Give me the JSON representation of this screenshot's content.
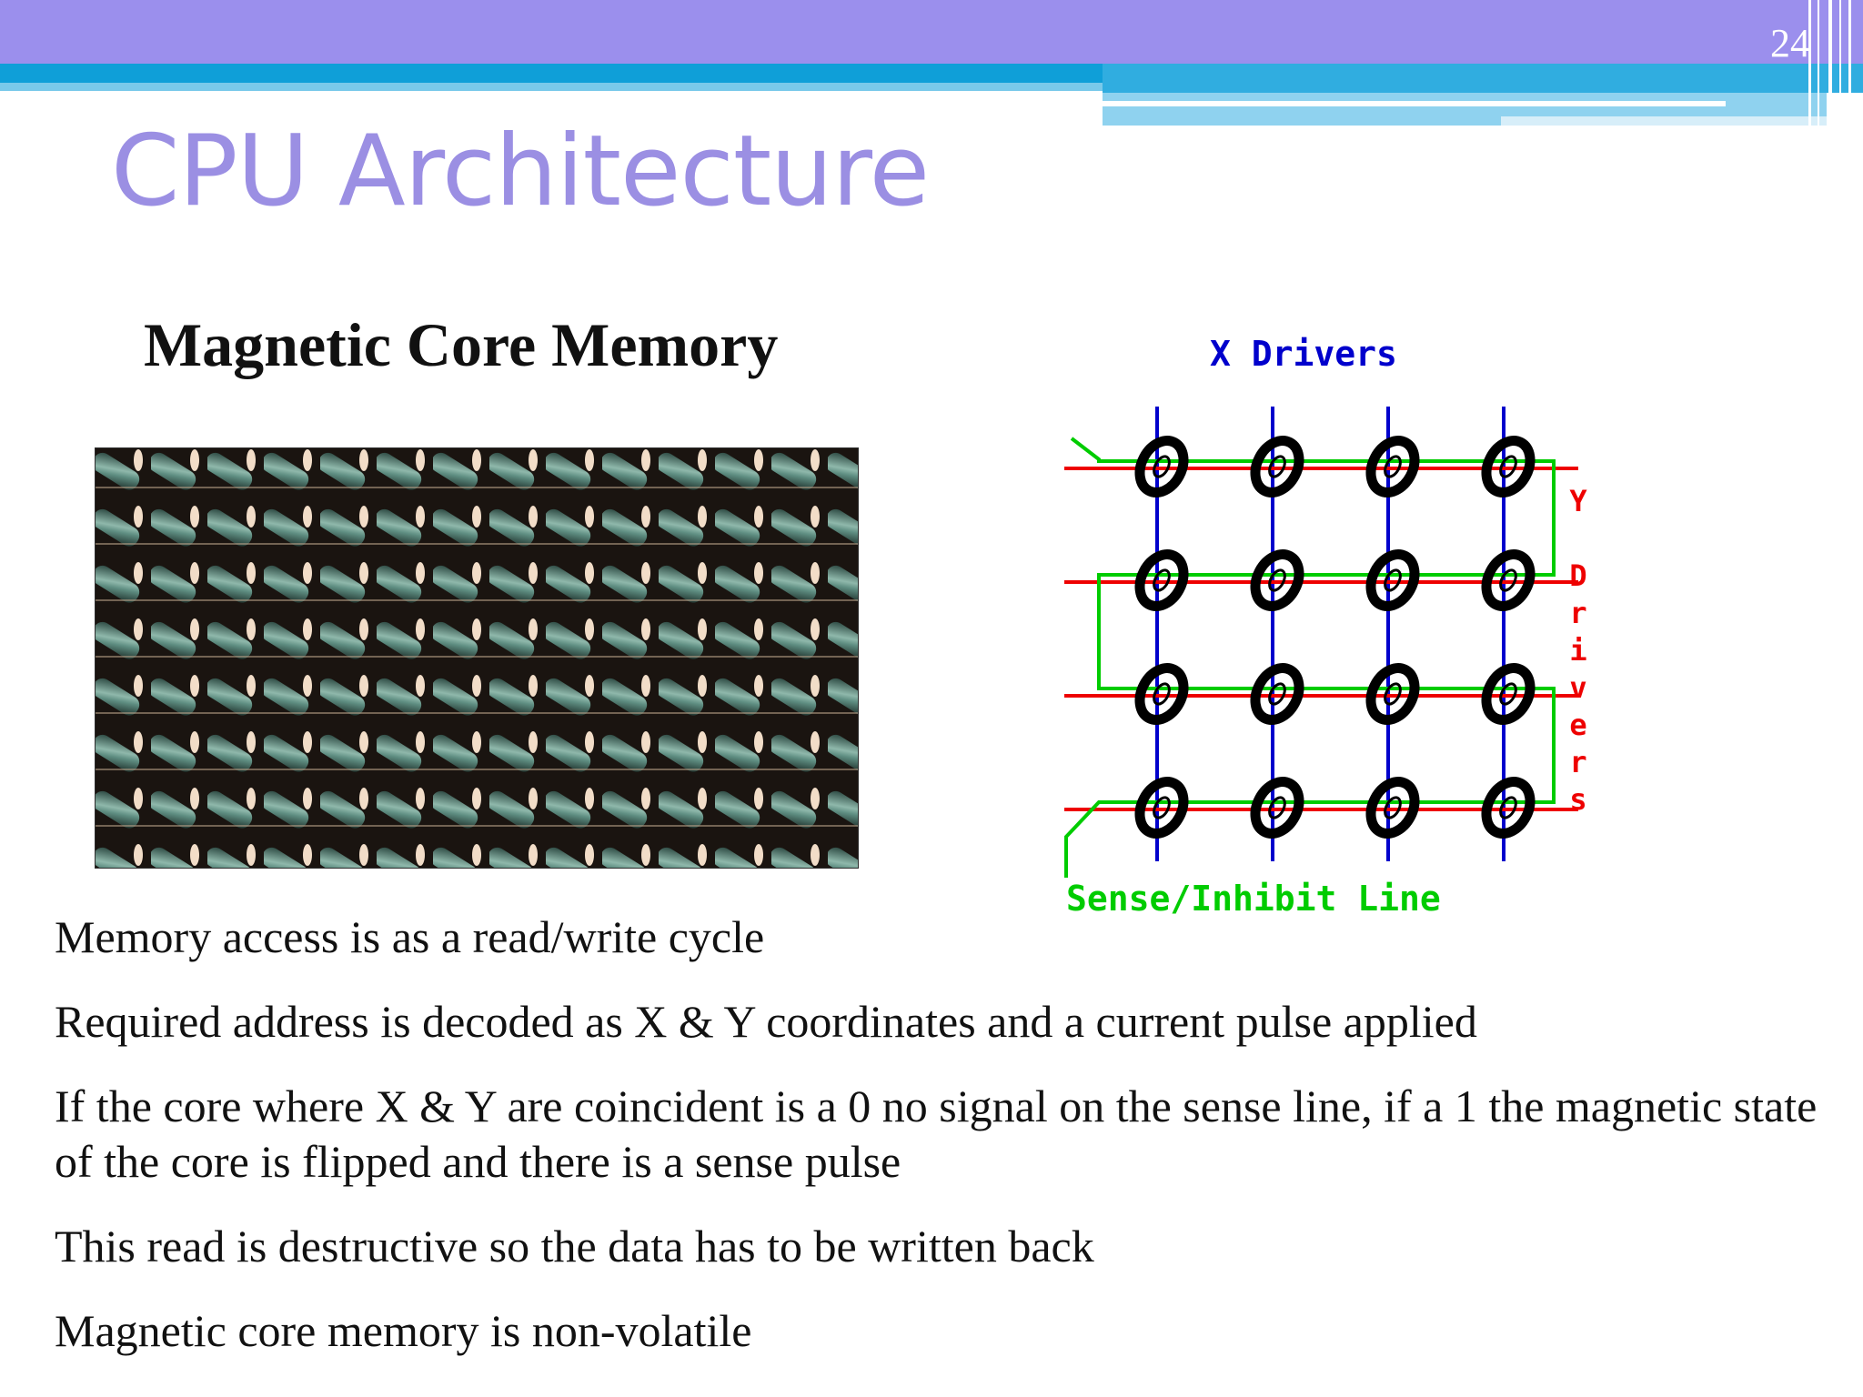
{
  "slide": {
    "number": "24",
    "title": "CPU Architecture",
    "subtitle": "Magnetic Core Memory"
  },
  "diagram": {
    "x_label": "X Drivers",
    "y_label": "Y Drivers",
    "sense_label": "Sense/Inhibit Line",
    "grid": {
      "rows": 4,
      "columns": 4
    }
  },
  "bullets": [
    "Memory access is as a read/write cycle",
    "Required address is decoded as X & Y coordinates and a current pulse applied",
    "If the core where X & Y are coincident is a 0 no signal on the sense line, if a 1 the magnetic state of the core is flipped and there is a sense pulse",
    "This read is destructive so the data has to be written back",
    "Magnetic core memory is non-volatile"
  ],
  "colors": {
    "header_purple": "#9b8fed",
    "header_blue": "#0f9fd8",
    "title": "#9b8fe3",
    "x_wire": "#0000cc",
    "y_wire": "#ee0000",
    "sense_wire": "#00cc00"
  }
}
